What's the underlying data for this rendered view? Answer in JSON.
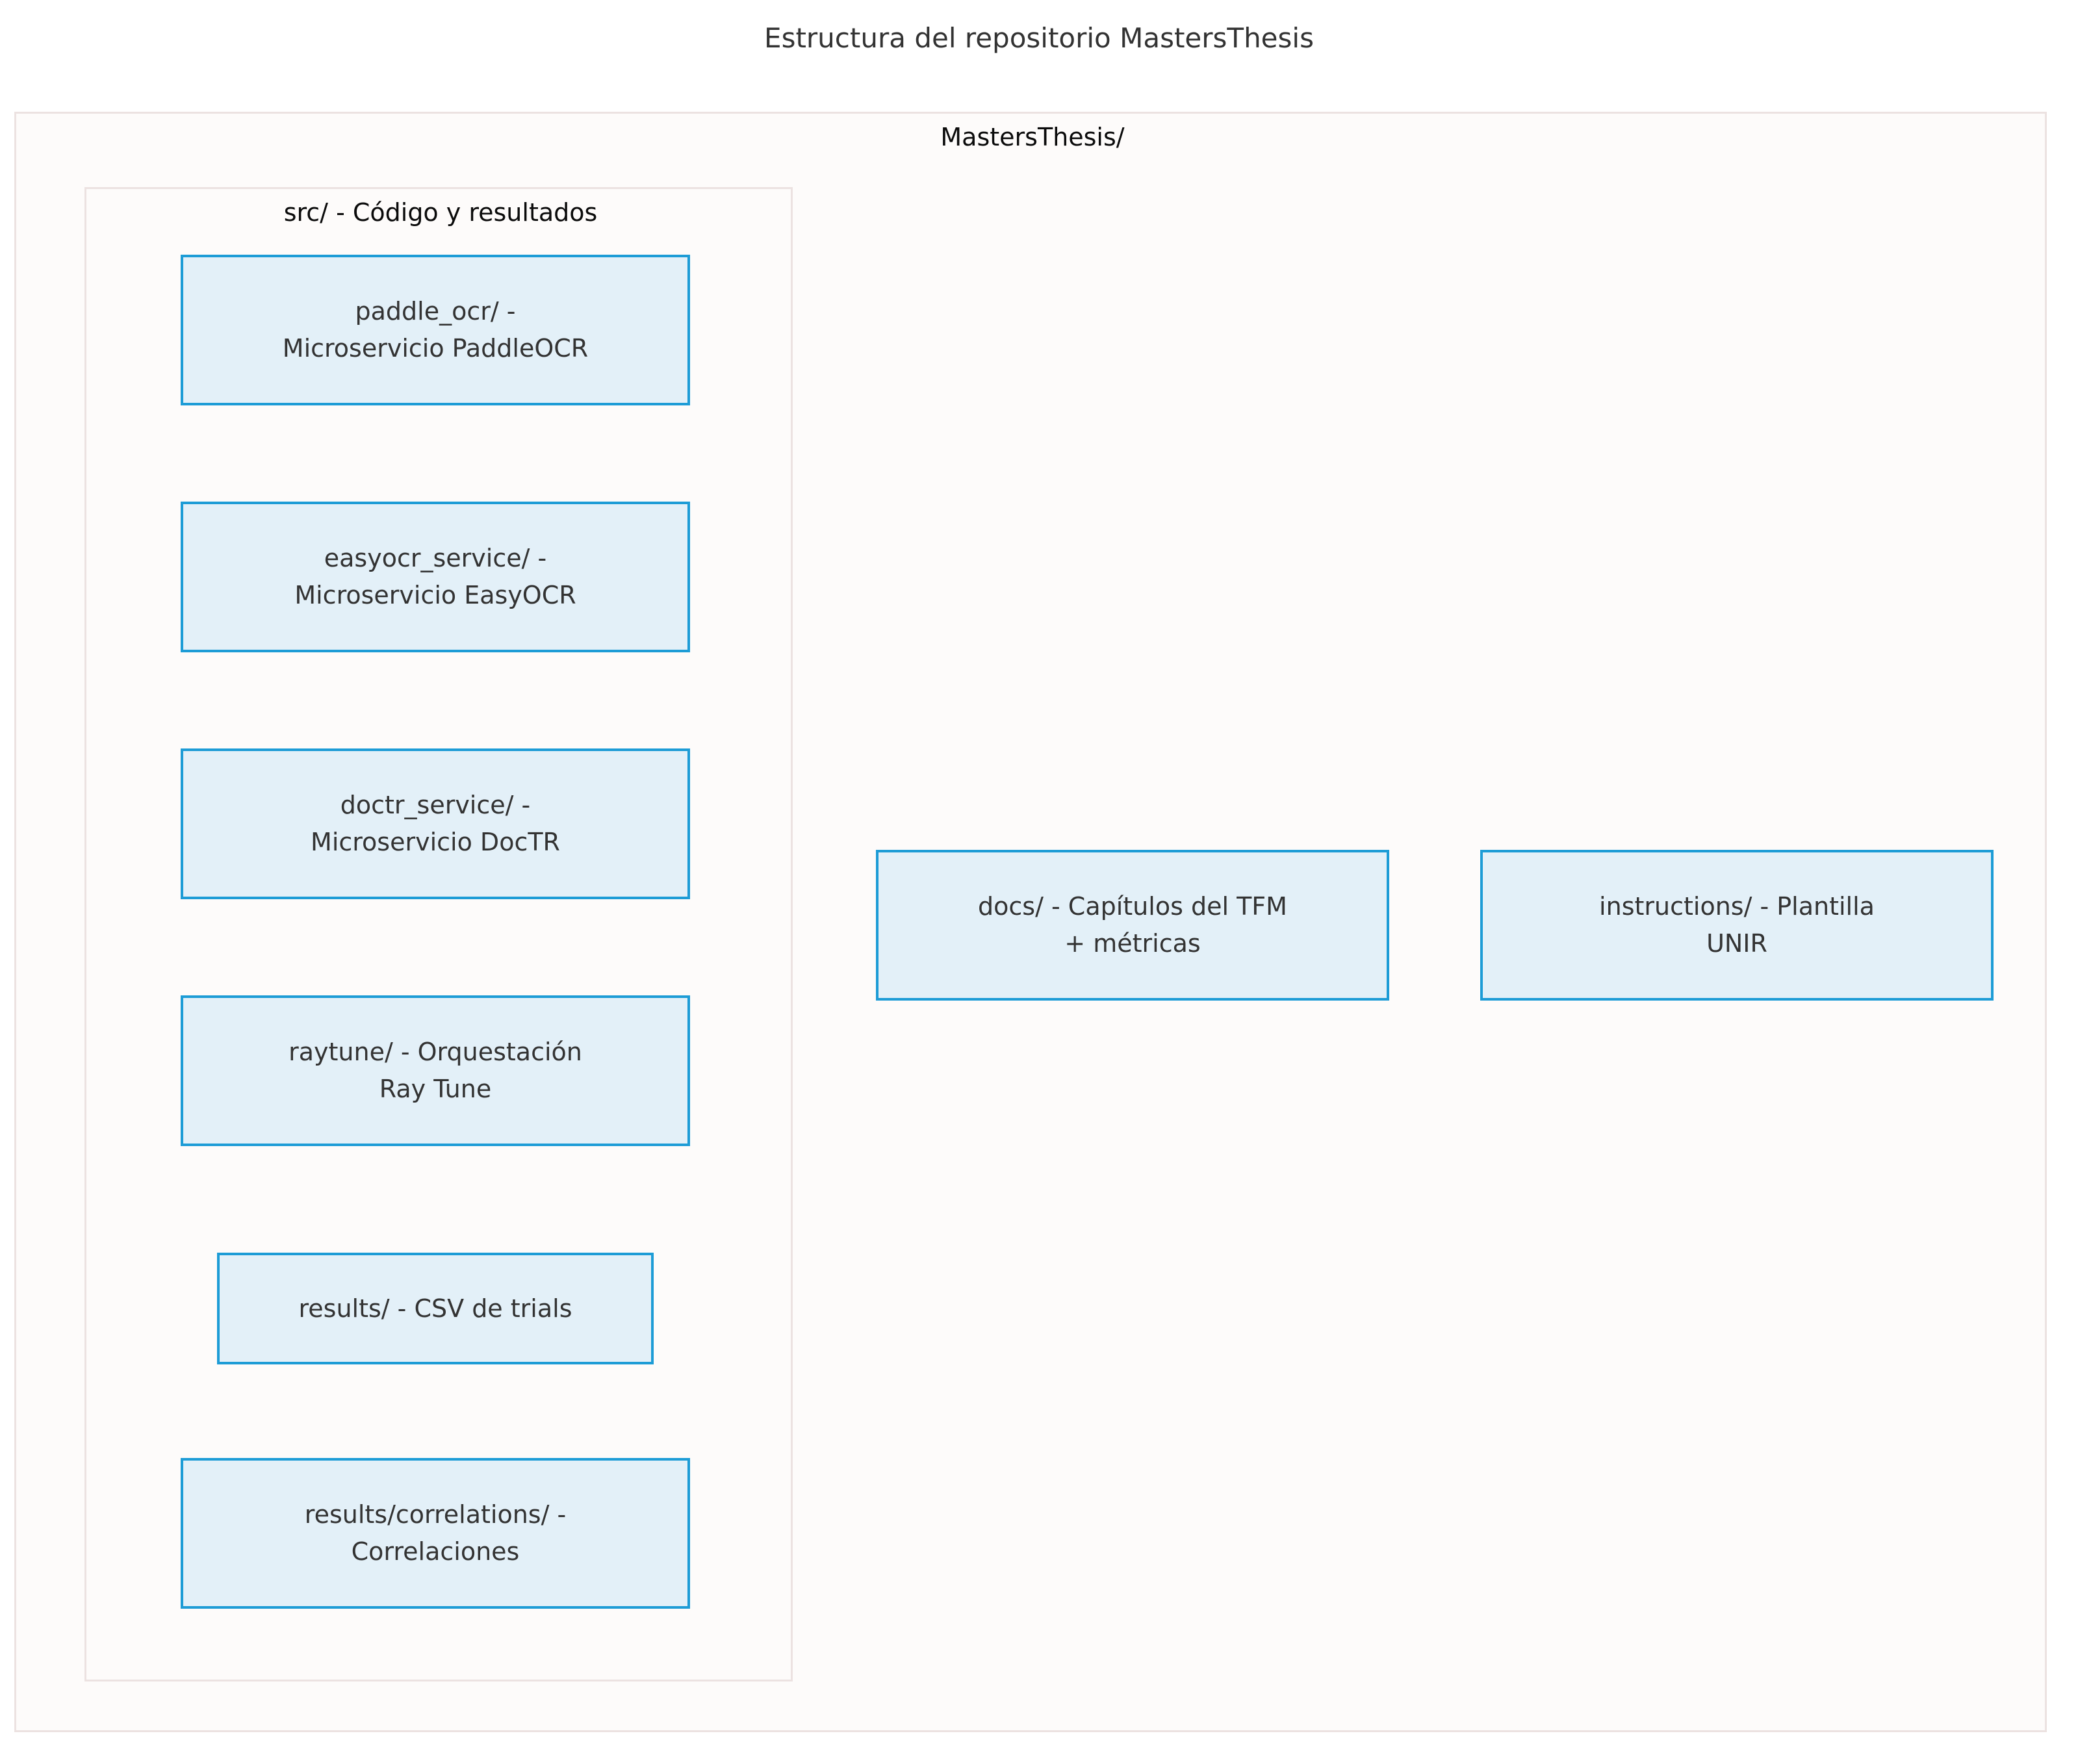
{
  "diagram": {
    "title": "Estructura del repositorio MastersThesis",
    "root_cluster_label": "MastersThesis/",
    "src_cluster_label": "src/ - Código y resultados",
    "colors": {
      "node_fill": "#e3f0f8",
      "node_border": "#1d9cd6",
      "node_text": "#333333",
      "cluster_fill": "#fdfbfa",
      "cluster_border": "#ece2e1",
      "title_text": "#333333",
      "page_background": "#ffffff"
    },
    "nodes": {
      "paddle_ocr": "paddle_ocr/ -\nMicroservicio PaddleOCR",
      "easyocr_service": "easyocr_service/ -\nMicroservicio EasyOCR",
      "doctr_service": "doctr_service/ -\nMicroservicio DocTR",
      "raytune": "raytune/ - Orquestación\nRay Tune",
      "results": "results/ - CSV de trials",
      "results_correlations": "results/correlations/ -\nCorrelaciones",
      "docs": "docs/ - Capítulos del TFM\n+ métricas",
      "instructions": "instructions/ - Plantilla\nUNIR"
    }
  }
}
